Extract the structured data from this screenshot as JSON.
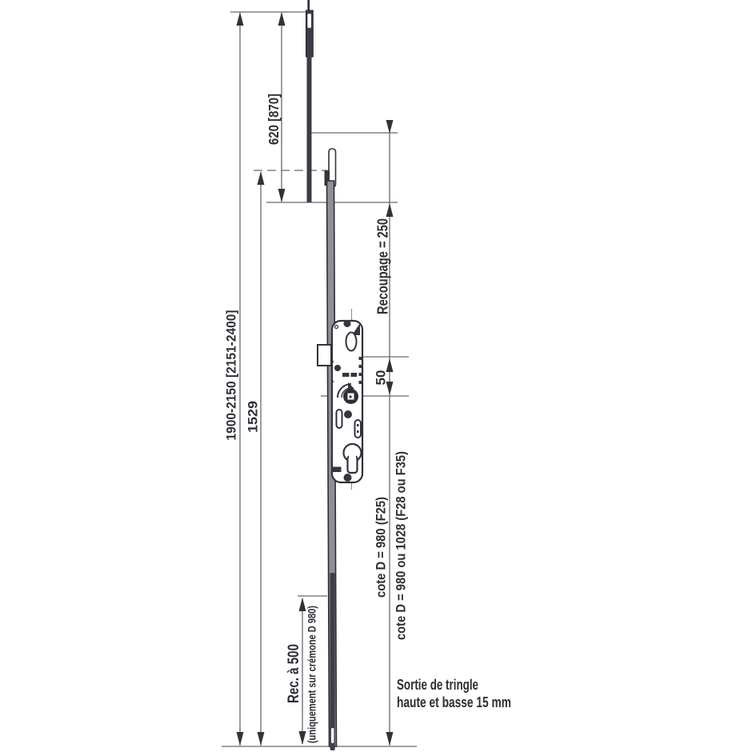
{
  "diagram": {
    "type": "technical-dimension-drawing",
    "labels": {
      "dim_620": "620 [870]",
      "dim_overall": "1900-2150 [2151-2400]",
      "dim_1529": "1529",
      "recoupage": "Recoupage = 250",
      "dim_50": "50",
      "cote_d_f25": "cote D = 980 (F25)",
      "cote_d_f28_f35": "cote D = 980 ou 1028 (F28 ou F35)",
      "rec_500": "Rec. à 500",
      "rec_500_note": "(uniquement sur crémone D 980)",
      "sortie_note_line1": "Sortie de tringle",
      "sortie_note_line2": "haute et basse 15 mm"
    },
    "colors": {
      "background": "#ffffff",
      "part_outline": "#32323a",
      "dimension_line": "#68686f",
      "text": "#2e2e36",
      "faceplate_fill": "#8d9099",
      "rod_fill": "#3c3c46"
    }
  }
}
